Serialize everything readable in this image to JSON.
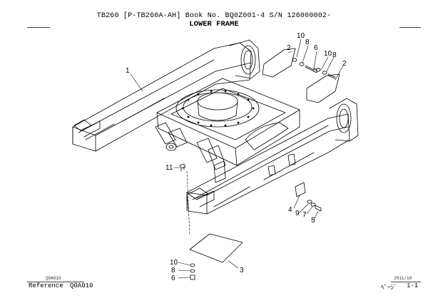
{
  "header": {
    "line1": "TB260  [P-TB260A-AH]  Book No. BQ0Z001-4  S/N 126000002-",
    "line2": "LOWER FRAME"
  },
  "callouts": [
    "1",
    "10",
    "8",
    "6",
    "10",
    "8",
    "2",
    "2",
    "11",
    "4",
    "9",
    "7",
    "5",
    "10",
    "8",
    "6",
    "3"
  ],
  "footer": {
    "code_small": "Q0A010",
    "reference_label": "Reference",
    "reference_code": "Q0A010",
    "page_small": "2011/10",
    "page_label": "ﾍﾟｰｼﾞ",
    "page_number": "1-1"
  }
}
